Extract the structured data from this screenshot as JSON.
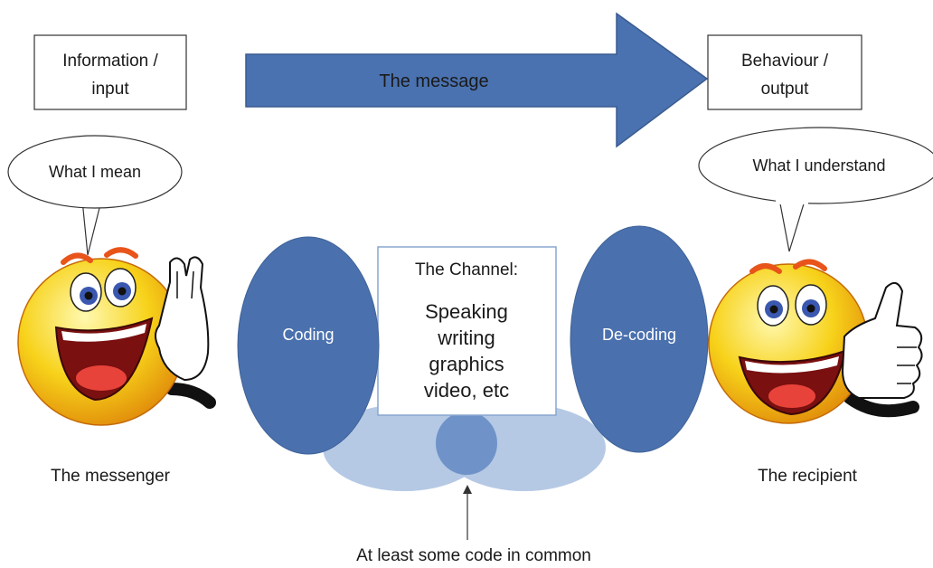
{
  "input_box": {
    "line1": "Information /",
    "line2": "input"
  },
  "output_box": {
    "line1": "Behaviour /",
    "line2": "output"
  },
  "message_arrow": {
    "label": "The message"
  },
  "speaker_bubble": {
    "text": "What I mean"
  },
  "listener_bubble": {
    "text": "What I understand"
  },
  "coding": {
    "label": "Coding"
  },
  "decoding": {
    "label": "De-coding"
  },
  "channel": {
    "title": "The Channel:",
    "items": [
      "Speaking",
      "writing",
      "graphics",
      "video, etc"
    ]
  },
  "messenger_caption": "The messenger",
  "recipient_caption": "The recipient",
  "common_code_caption": "At least some code in common",
  "colors": {
    "arrow_fill": "#4a72b0",
    "oval_fill": "#4a70ae",
    "overlap_fill": "#a8c0e0",
    "channel_border": "#8aa6cf",
    "face_yellow": "#f7d21a",
    "eye_blue": "#3a58b0"
  }
}
